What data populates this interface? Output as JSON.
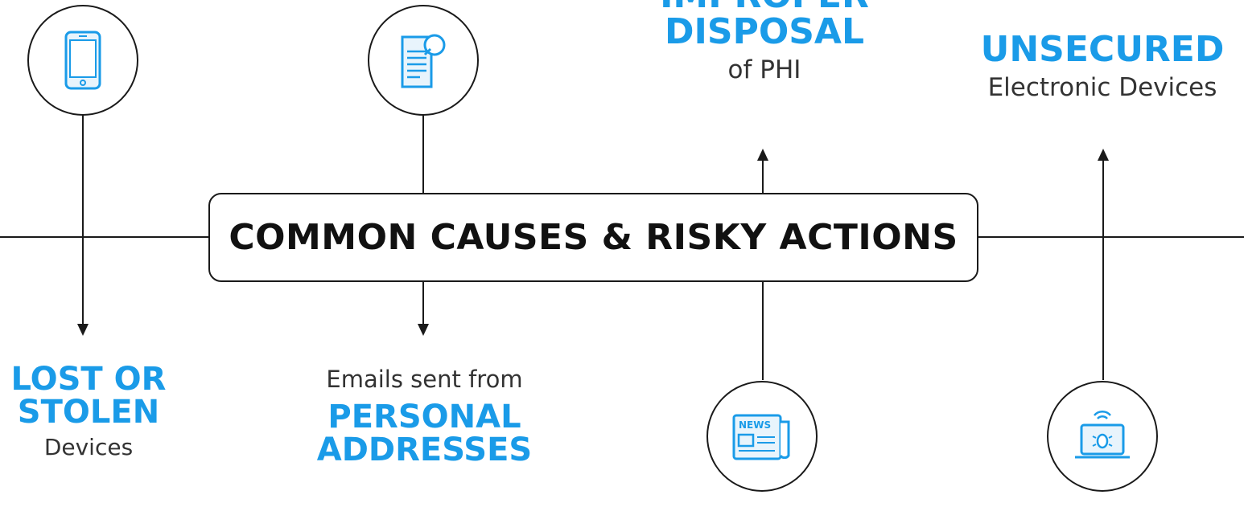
{
  "title": "Common Causes & Risky Actions",
  "colors": {
    "accent": "#1a9be8",
    "line": "#1a1a1a",
    "text": "#333333"
  },
  "items": {
    "lost_stolen": {
      "heading_line1": "Lost or",
      "heading_line2": "Stolen",
      "sub": "Devices",
      "icon": "smartphone-icon"
    },
    "personal_emails": {
      "pre": "Emails sent from",
      "heading_line1": "Personal",
      "heading_line2": "Addresses",
      "icon": "document-search-icon"
    },
    "improper_disposal": {
      "heading_line1": "Improper",
      "heading_line2": "Disposal",
      "sub": "of PHI",
      "icon": "newspaper-icon"
    },
    "unsecured": {
      "heading": "Unsecured",
      "sub": "Electronic Devices",
      "icon": "laptop-bug-icon"
    }
  }
}
